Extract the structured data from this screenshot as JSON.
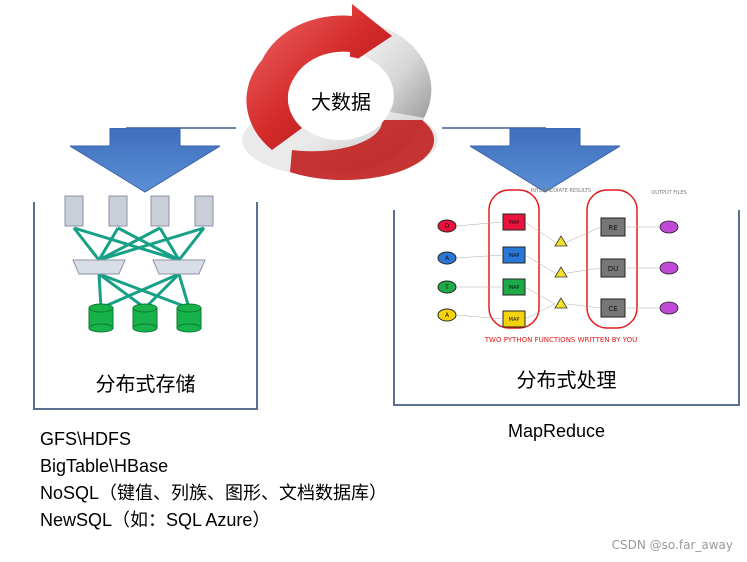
{
  "center": {
    "label": "大数据"
  },
  "left": {
    "title": "分布式存储",
    "caption_lines": [
      "GFS\\HDFS",
      "BigTable\\HBase",
      "NoSQL（键值、列族、图形、文档数据库）",
      "NewSQL（如：SQL Azure）"
    ]
  },
  "right": {
    "title": "分布式处理",
    "caption": "MapReduce",
    "figure": {
      "inputs": [
        "D",
        "A",
        "T",
        "A"
      ],
      "map_label": "MAP",
      "reduce_labels": [
        "RE",
        "DU",
        "CE"
      ],
      "intermediate_label": "INTERMEDIATE RESULTS",
      "output_label": "OUTPUT FILES",
      "bottom_note": "TWO PYTHON FUNCTIONS WRITTEN BY YOU"
    }
  },
  "watermark": "CSDN @so.far_away",
  "colors": {
    "arrow_blue": "#4f7fc9",
    "panel_border": "#5b6f92",
    "cycle_red": "#d42a2a",
    "cycle_gray": "#cfcfcf",
    "server_green": "#16a34a"
  }
}
